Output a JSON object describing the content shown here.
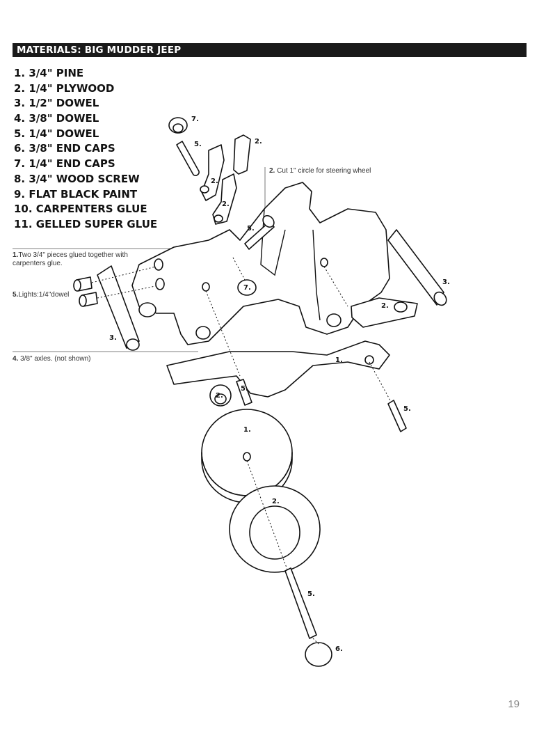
{
  "header": {
    "title": "MATERIALS: BIG MUDDER JEEP"
  },
  "materials": [
    "1. 3/4\" PINE",
    "2. 1/4\" PLYWOOD",
    "3. 1/2\" DOWEL",
    "4. 3/8\" DOWEL",
    "5. 1/4\" DOWEL",
    "6. 3/8\" END CAPS",
    "7. 1/4\" END CAPS",
    "8. 3/4\" WOOD SCREW",
    "9. FLAT BLACK PAINT",
    "10. CARPENTERS GLUE",
    "11. GELLED SUPER GLUE"
  ],
  "callouts": {
    "pieces_num": "1.",
    "pieces_text": "Two 3/4\" pieces glued together with carpenters glue.",
    "lights_num": "5.",
    "lights_text": "Lights:1/4\"dowel",
    "axles_num": "4.",
    "axles_text": "3/8\" axles. (not shown)",
    "steering_num": "2.",
    "steering_text": "Cut 1\" circle for steering wheel"
  },
  "part_labels": {
    "endcap_top": "7.",
    "dowel_top": "5.",
    "plywood_piece": "2.",
    "seat_a": "2.",
    "seat_b": "2.",
    "steering_dowel": "5.",
    "rear_dowel": "3.",
    "front_dowel": "3.",
    "headlight_cap": "7.",
    "plate": "2.",
    "fender": "1.",
    "fender_dowel": "5.",
    "hub_cap": "2.",
    "hub_dowel": "5.",
    "wheel": "1.",
    "tire_ring": "2.",
    "axle_dowel": "5.",
    "end_cap": "6."
  },
  "page": {
    "number": "19"
  }
}
